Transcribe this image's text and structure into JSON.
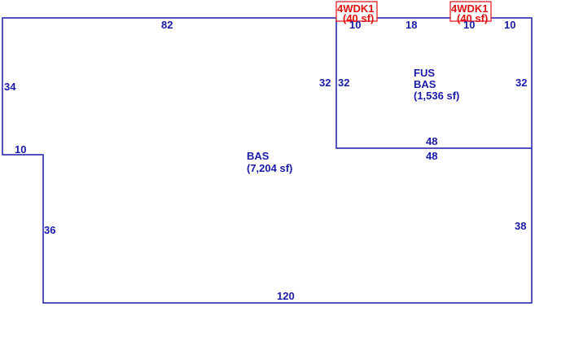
{
  "colors": {
    "outline": "#1a1aa8",
    "deck": "#e01010",
    "background": "#ffffff"
  },
  "dimensions": {
    "top_82": "82",
    "top_10_a": "10",
    "top_18": "18",
    "top_10_b": "10",
    "top_10_c": "10",
    "left_34": "34",
    "fus_left_outer_32": "32",
    "fus_left_inner_32": "32",
    "fus_right_32": "32",
    "step_10": "10",
    "fus_bottom_48_top": "48",
    "fus_bottom_48_bottom": "48",
    "left_36": "36",
    "right_38": "38",
    "bottom_120": "120"
  },
  "areas": {
    "bas_main": {
      "code": "BAS",
      "size": "(7,204 sf)"
    },
    "fus": {
      "code_1": "FUS",
      "code_2": "BAS",
      "size": "(1,536 sf)"
    }
  },
  "decks": [
    {
      "label": "4WDK1",
      "size": "(40 sf)"
    },
    {
      "label": "4WDK1",
      "size": "(40 sf)"
    }
  ]
}
